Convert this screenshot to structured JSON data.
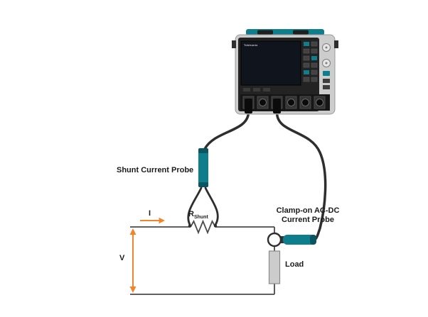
{
  "diagram": {
    "labels": {
      "shunt_probe": "Shunt Current Probe",
      "clamp_probe_line1": "Clamp-on AC-DC",
      "clamp_probe_line2": "Current Probe",
      "current": "I",
      "voltage": "V",
      "resistor_main": "R",
      "resistor_sub": "Shunt",
      "load": "Load",
      "scope_brand": "Tektronix"
    },
    "colors": {
      "teal": "#0e7d8c",
      "teal_dark": "#0a5562",
      "orange": "#f0862c",
      "wire": "#4a4a4a",
      "cable": "#2e2e2e",
      "scope_body": "#cdcdcd",
      "scope_panel": "#232323",
      "screen": "#10141c",
      "load_fill": "#cccccc"
    }
  }
}
